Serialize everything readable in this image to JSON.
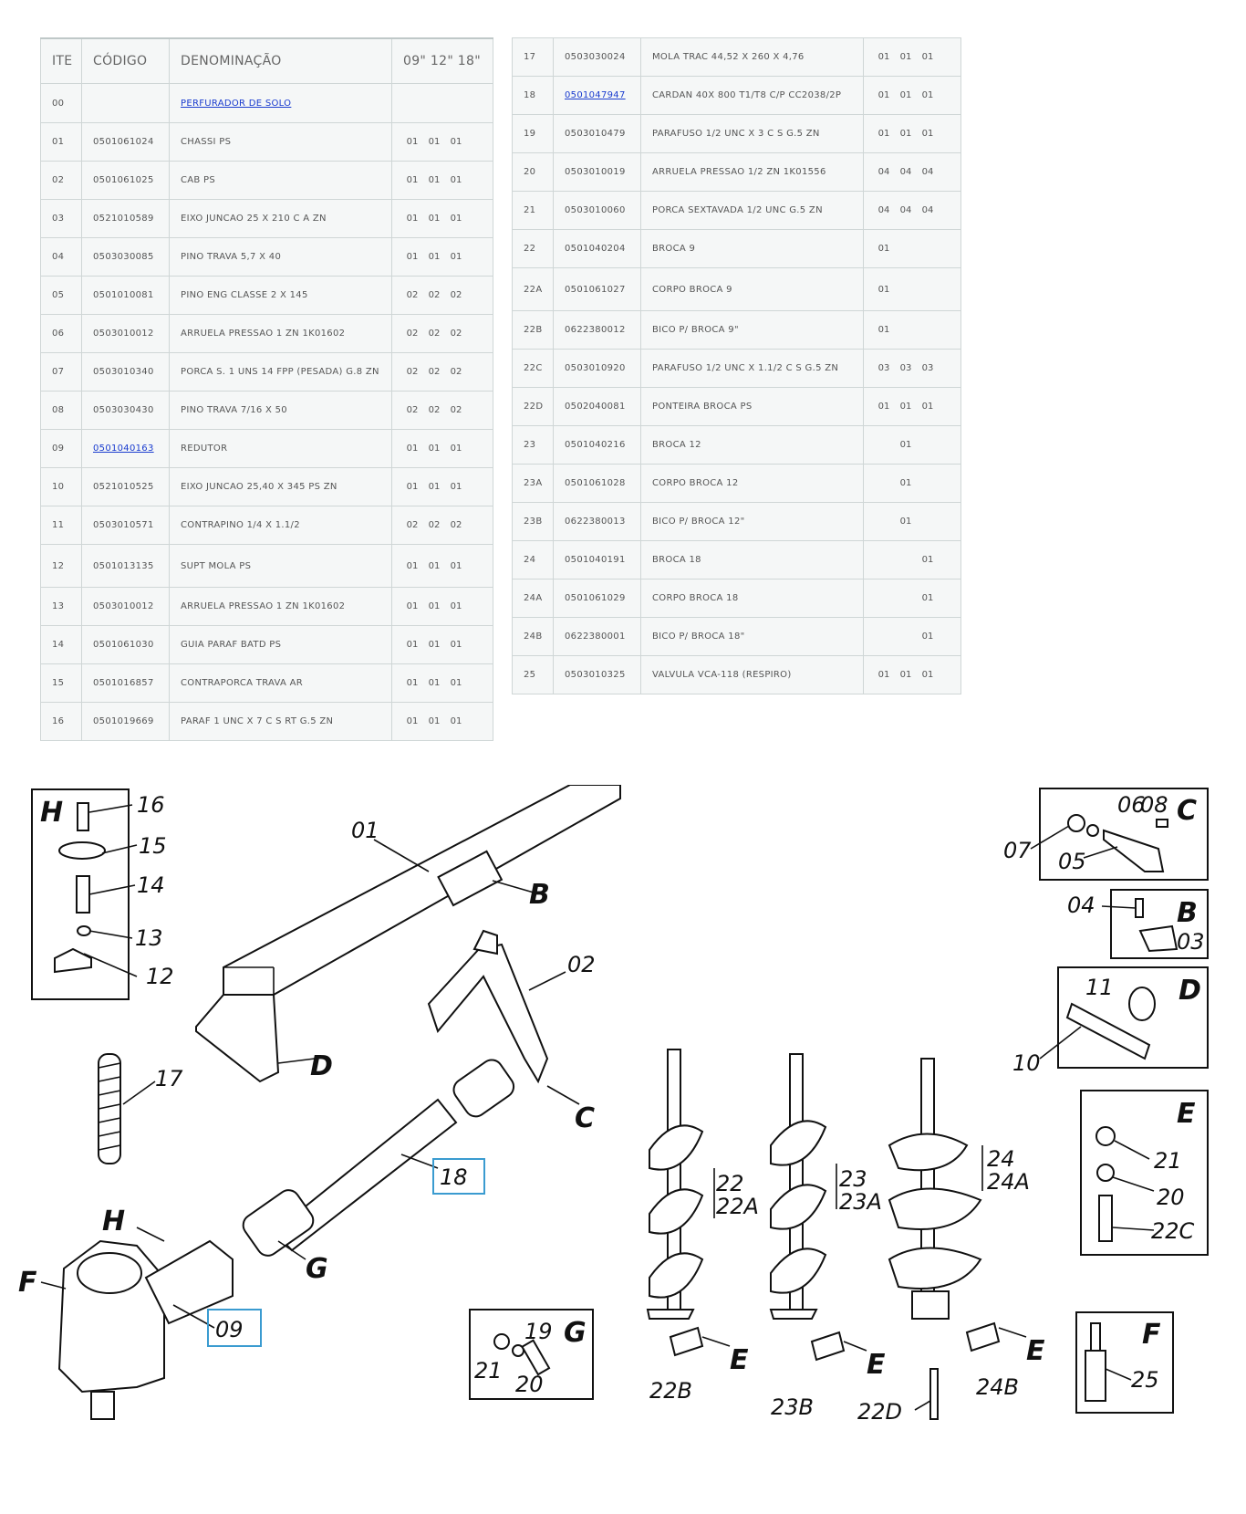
{
  "left_table": {
    "headers": [
      "ITE",
      "CÓDIGO",
      "DENOMINAÇÃO",
      "09\" 12\" 18\""
    ],
    "rows": [
      {
        "item": "00",
        "code": "",
        "name": "PERFURADOR DE SOLO",
        "q9": "",
        "q12": "",
        "q18": "",
        "name_link": true
      },
      {
        "item": "01",
        "code": "0501061024",
        "name": "CHASSI PS",
        "q9": "01",
        "q12": "01",
        "q18": "01"
      },
      {
        "item": "02",
        "code": "0501061025",
        "name": "CAB PS",
        "q9": "01",
        "q12": "01",
        "q18": "01"
      },
      {
        "item": "03",
        "code": "0521010589",
        "name": "EIXO JUNCAO 25 X 210 C A ZN",
        "q9": "01",
        "q12": "01",
        "q18": "01"
      },
      {
        "item": "04",
        "code": "0503030085",
        "name": "PINO TRAVA 5,7 X 40",
        "q9": "01",
        "q12": "01",
        "q18": "01"
      },
      {
        "item": "05",
        "code": "0501010081",
        "name": "PINO ENG CLASSE 2 X 145",
        "q9": "02",
        "q12": "02",
        "q18": "02"
      },
      {
        "item": "06",
        "code": "0503010012",
        "name": "ARRUELA PRESSAO 1 ZN 1K01602",
        "q9": "02",
        "q12": "02",
        "q18": "02"
      },
      {
        "item": "07",
        "code": "0503010340",
        "name": "PORCA S. 1 UNS 14 FPP (PESADA) G.8 ZN",
        "q9": "02",
        "q12": "02",
        "q18": "02"
      },
      {
        "item": "08",
        "code": "0503030430",
        "name": "PINO TRAVA 7/16 X 50",
        "q9": "02",
        "q12": "02",
        "q18": "02"
      },
      {
        "item": "09",
        "code": "0501040163",
        "name": "REDUTOR",
        "q9": "01",
        "q12": "01",
        "q18": "01",
        "code_link": true
      },
      {
        "item": "10",
        "code": "0521010525",
        "name": "EIXO JUNCAO 25,40 X 345 PS ZN",
        "q9": "01",
        "q12": "01",
        "q18": "01"
      },
      {
        "item": "11",
        "code": "0503010571",
        "name": "CONTRAPINO 1/4 X 1.1/2",
        "q9": "02",
        "q12": "02",
        "q18": "02"
      },
      {
        "item": "12",
        "code": "0501013135",
        "name": "SUPT MOLA PS",
        "q9": "01",
        "q12": "01",
        "q18": "01"
      },
      {
        "item": "13",
        "code": "0503010012",
        "name": "ARRUELA PRESSAO 1 ZN 1K01602",
        "q9": "01",
        "q12": "01",
        "q18": "01"
      },
      {
        "item": "14",
        "code": "0501061030",
        "name": "GUIA PARAF BATD PS",
        "q9": "01",
        "q12": "01",
        "q18": "01"
      },
      {
        "item": "15",
        "code": "0501016857",
        "name": "CONTRAPORCA TRAVA AR",
        "q9": "01",
        "q12": "01",
        "q18": "01"
      },
      {
        "item": "16",
        "code": "0501019669",
        "name": "PARAF 1 UNC X 7 C S RT G.5 ZN",
        "q9": "01",
        "q12": "01",
        "q18": "01"
      }
    ]
  },
  "right_table": {
    "rows": [
      {
        "item": "17",
        "code": "0503030024",
        "name": "MOLA TRAC 44,52 X 260 X 4,76",
        "q9": "01",
        "q12": "01",
        "q18": "01"
      },
      {
        "item": "18",
        "code": "0501047947",
        "name": "CARDAN 40X 800 T1/T8 C/P CC2038/2P",
        "q9": "01",
        "q12": "01",
        "q18": "01",
        "code_link": true
      },
      {
        "item": "19",
        "code": "0503010479",
        "name": "PARAFUSO 1/2 UNC X 3 C S G.5 ZN",
        "q9": "01",
        "q12": "01",
        "q18": "01"
      },
      {
        "item": "20",
        "code": "0503010019",
        "name": "ARRUELA PRESSAO 1/2 ZN 1K01556",
        "q9": "04",
        "q12": "04",
        "q18": "04"
      },
      {
        "item": "21",
        "code": "0503010060",
        "name": "PORCA SEXTAVADA 1/2 UNC G.5 ZN",
        "q9": "04",
        "q12": "04",
        "q18": "04"
      },
      {
        "item": "22",
        "code": "0501040204",
        "name": "BROCA 9",
        "q9": "01",
        "q12": "",
        "q18": ""
      },
      {
        "item": "22A",
        "code": "0501061027",
        "name": "CORPO BROCA 9",
        "q9": "01",
        "q12": "",
        "q18": ""
      },
      {
        "item": "22B",
        "code": "0622380012",
        "name": "BICO P/ BROCA 9\"",
        "q9": "01",
        "q12": "",
        "q18": ""
      },
      {
        "item": "22C",
        "code": "0503010920",
        "name": "PARAFUSO 1/2 UNC X 1.1/2 C S G.5 ZN",
        "q9": "03",
        "q12": "03",
        "q18": "03"
      },
      {
        "item": "22D",
        "code": "0502040081",
        "name": "PONTEIRA BROCA PS",
        "q9": "01",
        "q12": "01",
        "q18": "01"
      },
      {
        "item": "23",
        "code": "0501040216",
        "name": "BROCA 12",
        "q9": "",
        "q12": "01",
        "q18": ""
      },
      {
        "item": "23A",
        "code": "0501061028",
        "name": "CORPO BROCA 12",
        "q9": "",
        "q12": "01",
        "q18": ""
      },
      {
        "item": "23B",
        "code": "0622380013",
        "name": "BICO P/ BROCA 12\"",
        "q9": "",
        "q12": "01",
        "q18": ""
      },
      {
        "item": "24",
        "code": "0501040191",
        "name": "BROCA 18",
        "q9": "",
        "q12": "",
        "q18": "01"
      },
      {
        "item": "24A",
        "code": "0501061029",
        "name": "CORPO BROCA 18",
        "q9": "",
        "q12": "",
        "q18": "01"
      },
      {
        "item": "24B",
        "code": "0622380001",
        "name": "BICO P/ BROCA 18\"",
        "q9": "",
        "q12": "",
        "q18": "01"
      },
      {
        "item": "25",
        "code": "0503010325",
        "name": "VALVULA VCA-118 (RESPIRO)",
        "q9": "01",
        "q12": "01",
        "q18": "01"
      }
    ]
  },
  "diagram": {
    "part_labels": [
      "01",
      "02",
      "03",
      "04",
      "05",
      "06",
      "07",
      "08",
      "10",
      "11",
      "12",
      "13",
      "14",
      "15",
      "16",
      "17",
      "19",
      "20",
      "21",
      "22",
      "22A",
      "22B",
      "22C",
      "22D",
      "23",
      "23A",
      "23B",
      "24",
      "24A",
      "24B",
      "25"
    ],
    "highlighted_labels": [
      "09",
      "18"
    ],
    "detail_letters": [
      "H",
      "C",
      "B",
      "D",
      "E",
      "F",
      "G"
    ],
    "highlight_color": "#3a9bd0"
  }
}
